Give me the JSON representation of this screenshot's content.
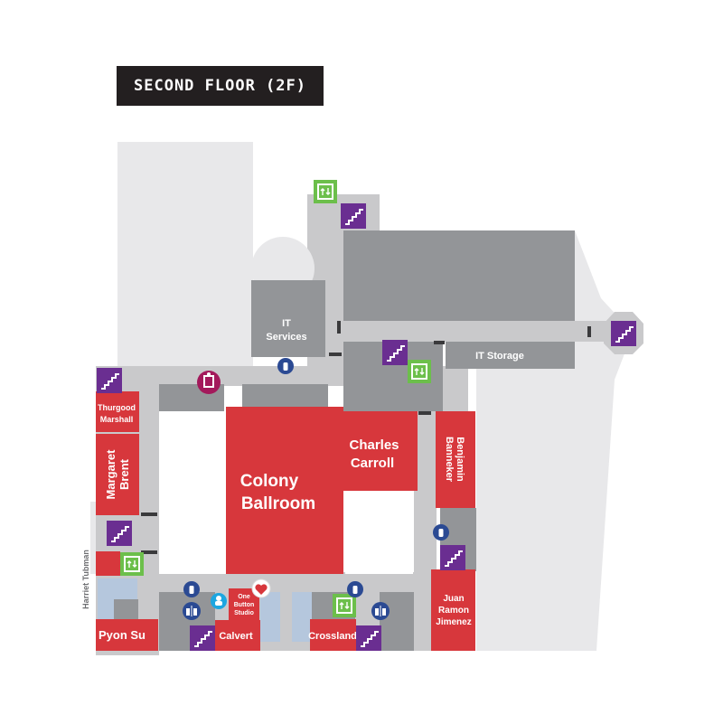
{
  "title": "SECOND FLOOR (2F)",
  "colors": {
    "room": "#d7373c",
    "building": "#939598",
    "corridor": "#c9c9cb",
    "outline": "#e8e8ea",
    "stairs": "#6a2e91",
    "elevator": "#6cbf4b",
    "amenity": "#2b4a93",
    "lactation": "#1ca6e0",
    "first_aid": "#a3195b",
    "title_bg": "#231f20"
  },
  "rooms": {
    "colony_ballroom": [
      "Colony",
      "Ballroom"
    ],
    "charles_carroll": [
      "Charles",
      "Carroll"
    ],
    "benjamin_banneker": [
      "Benjamin",
      "Banneker"
    ],
    "thurgood_marshall": [
      "Thurgood",
      "Marshall"
    ],
    "margaret_brent": [
      "Margaret",
      "Brent"
    ],
    "harriet_tubman": "Harriet Tubman",
    "pyon_su": "Pyon Su",
    "calvert": "Calvert",
    "one_button_studio": [
      "One",
      "Button",
      "Studio"
    ],
    "crossland": "Crossland",
    "juan_ramon_jimenez": [
      "Juan",
      "Ramon",
      "Jimenez"
    ]
  },
  "areas": {
    "it_services": [
      "IT",
      "Services"
    ],
    "it_storage": "IT Storage"
  }
}
